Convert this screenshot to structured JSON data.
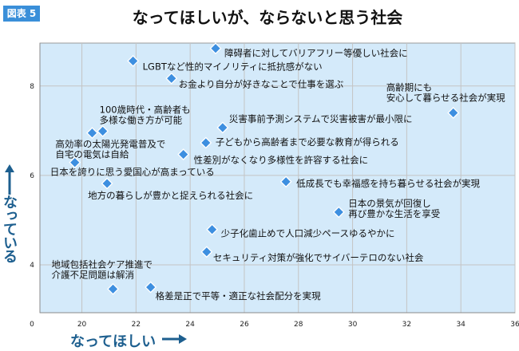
{
  "badge": "図表 5",
  "chart_data": {
    "type": "scatter",
    "title": "なってほしいが、ならないと思う社会",
    "xlabel": "なってほしい",
    "ylabel": "なっている",
    "xlim": [
      18.45,
      36
    ],
    "ylim": [
      2.93,
      8.96
    ],
    "x_ticks": [
      20,
      22,
      24,
      26,
      28,
      30,
      32,
      34,
      36
    ],
    "x_tick_labels": [
      "20",
      "22",
      "24",
      "26",
      "28",
      "30",
      "32",
      "34",
      "36"
    ],
    "x_origin_label": "0",
    "y_ticks": [
      4,
      6,
      8
    ],
    "y_tick_labels": [
      "4",
      "6",
      "8"
    ],
    "grid": true,
    "point_color": "#3d8fe0",
    "plot_bg": "#d4eafa",
    "points": [
      {
        "x": 24.94,
        "y": 8.84,
        "label": [
          "障碍者に対してバリアフリー等優しい社会に"
        ]
      },
      {
        "x": 21.89,
        "y": 8.56,
        "label": [
          "LGBTなど性的マイノリティに抵抗感がない"
        ]
      },
      {
        "x": 23.31,
        "y": 8.17,
        "label": [
          "お金より自分が好きなことで仕事を選ぶ"
        ]
      },
      {
        "x": 33.72,
        "y": 7.4,
        "label": [
          "高齢期にも",
          "安心して暮らせる社会が実現"
        ]
      },
      {
        "x": 20.77,
        "y": 6.99,
        "label": [
          "100歳時代・高齢者も",
          "多様な働き方が可能"
        ]
      },
      {
        "x": 20.38,
        "y": 6.95,
        "label": [
          "高効率の太陽光発電普及で",
          "自宅の電気は自給"
        ]
      },
      {
        "x": 19.74,
        "y": 6.29,
        "label": [
          "日本を誇りに思う愛国心が高まっている"
        ]
      },
      {
        "x": 25.2,
        "y": 7.07,
        "label": [
          "災害事前予測システムで災害被害が最小限に"
        ]
      },
      {
        "x": 24.58,
        "y": 6.73,
        "label": [
          "子どもから高齢者まで必要な教育が得られる"
        ]
      },
      {
        "x": 23.75,
        "y": 6.47,
        "label": [
          "性差別がなくなり多様性を許容する社会に"
        ]
      },
      {
        "x": 27.54,
        "y": 5.86,
        "label": [
          "低成長でも幸福感を持ち暮らせる社会が実現"
        ]
      },
      {
        "x": 20.93,
        "y": 5.82,
        "label": [
          "地方の暮らしが豊かと捉えられる社会に"
        ]
      },
      {
        "x": 29.49,
        "y": 5.18,
        "label": [
          "日本の景気が回復し",
          "再び豊かな生活を享受"
        ]
      },
      {
        "x": 24.81,
        "y": 4.79,
        "label": [
          "少子化歯止めで人口減少ペースゆるやかに"
        ]
      },
      {
        "x": 24.61,
        "y": 4.29,
        "label": [
          "セキュリティ対策が強化でサイバーテロのない社会"
        ]
      },
      {
        "x": 21.15,
        "y": 3.46,
        "label": [
          "地域包括社会ケア推進で",
          "介護不足問題は解消"
        ]
      },
      {
        "x": 22.54,
        "y": 3.5,
        "label": [
          "格差是正で平等・適正な社会配分を実現"
        ]
      }
    ]
  }
}
